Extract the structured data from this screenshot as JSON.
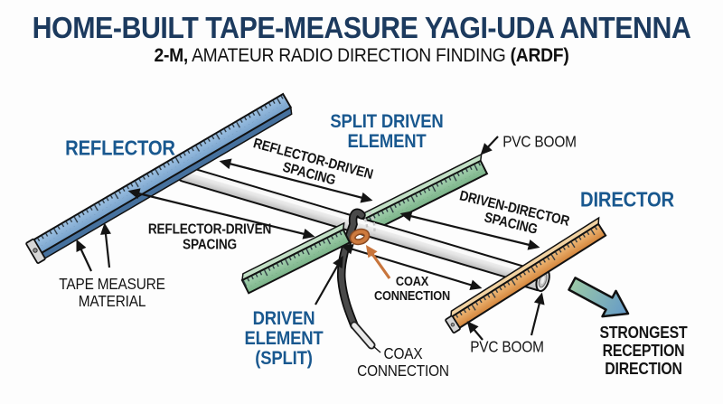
{
  "header": {
    "title": "HOME-BUILT TAPE-MEASURE YAGI-UDA ANTENNA",
    "subtitle_bold_prefix": "2-M,",
    "subtitle_main": "AMATEUR RADIO DIRECTION FINDING",
    "subtitle_bold_suffix": "(ARDF)"
  },
  "labels": {
    "reflector": "REFLECTOR",
    "split_driven_element": "SPLIT DRIVEN\nELEMENT",
    "pvc_boom_top": "PVC BOOM",
    "director": "DIRECTOR",
    "reflector_driven_spacing_upper": "REFLECTOR-DRIVEN\nSPACING",
    "reflector_driven_spacing_lower": "REFLECTOR-DRIVEN\nSPACING",
    "driven_director_spacing": "DRIVEN-DIRECTOR\nSPACING",
    "tape_measure_material": "TAPE MEASURE\nMATERIAL",
    "driven_element_split": "DRIVEN\nELEMENT\n(SPLIT)",
    "coax_connection_upper": "COAX\nCONNECTION",
    "coax_connection_lower": "COAX\nCONNECTION",
    "pvc_boom_bottom": "PVC BOOM",
    "strongest_reception_direction": "STRONGEST\nRECEPTION\nDIRECTION"
  },
  "colors": {
    "title_navy": "#1c3a5e",
    "label_blue": "#19588f",
    "text_black": "#141414",
    "tape_blue": "#8ab2d8",
    "tape_green": "#8ec29b",
    "tape_orange": "#e3a25c",
    "boom_gray": "#d9d9d9",
    "coax_orange": "#c8753c",
    "reception_arrow_green": "#9ccaa6",
    "reception_arrow_blue": "#659ac8"
  }
}
